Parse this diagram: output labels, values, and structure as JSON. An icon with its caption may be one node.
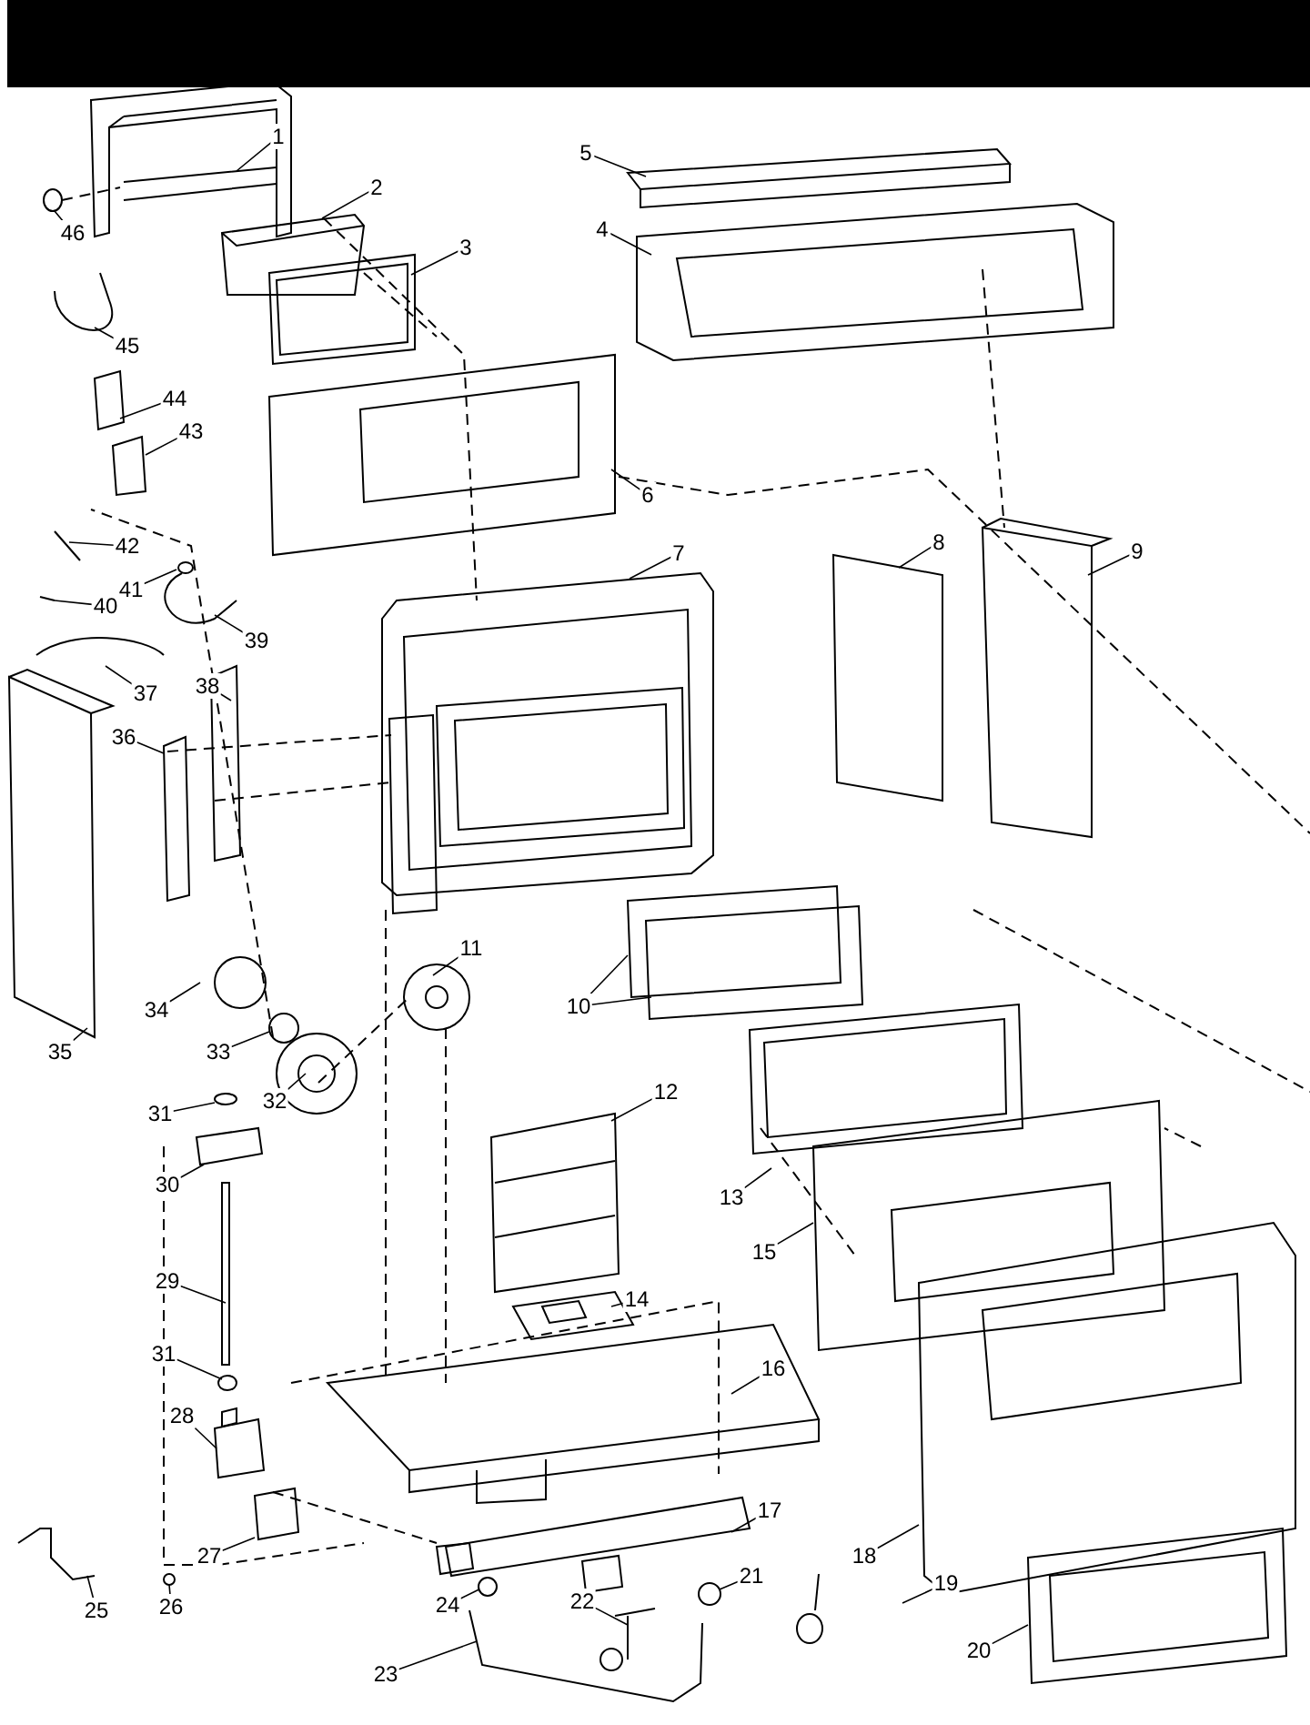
{
  "diagram": {
    "nodes": [
      {
        "text": [
          "1"
        ]
      },
      {
        "text": [
          "2"
        ]
      },
      {
        "text": [
          "3"
        ]
      },
      {
        "text": [
          "4"
        ]
      },
      {
        "text": [
          "5"
        ]
      },
      {
        "text": [
          "6"
        ]
      },
      {
        "text": [
          "7"
        ]
      },
      {
        "text": [
          "8"
        ]
      },
      {
        "text": [
          "9"
        ]
      },
      {
        "text": [
          "10"
        ]
      },
      {
        "text": [
          "11"
        ]
      },
      {
        "text": [
          "12"
        ]
      },
      {
        "text": [
          "13"
        ]
      },
      {
        "text": [
          "14"
        ]
      },
      {
        "text": [
          "15"
        ]
      },
      {
        "text": [
          "16"
        ]
      },
      {
        "text": [
          "17"
        ]
      },
      {
        "text": [
          "18"
        ]
      },
      {
        "text": [
          "19"
        ]
      },
      {
        "text": [
          "20"
        ]
      },
      {
        "text": [
          "21"
        ]
      },
      {
        "text": [
          "22"
        ]
      },
      {
        "text": [
          "23"
        ]
      },
      {
        "text": [
          "24"
        ]
      },
      {
        "text": [
          "25"
        ]
      },
      {
        "text": [
          "26"
        ]
      },
      {
        "text": [
          "27"
        ]
      },
      {
        "text": [
          "28"
        ]
      },
      {
        "text": [
          "29"
        ]
      },
      {
        "text": [
          "30"
        ]
      },
      {
        "text": [
          "31"
        ]
      },
      {
        "text": [
          "31"
        ]
      },
      {
        "text": [
          "32"
        ]
      },
      {
        "text": [
          "33"
        ]
      },
      {
        "text": [
          "34"
        ]
      },
      {
        "text": [
          "35"
        ]
      },
      {
        "text": [
          "36"
        ]
      },
      {
        "text": [
          "37"
        ]
      },
      {
        "text": [
          "38"
        ]
      },
      {
        "text": [
          "39"
        ]
      },
      {
        "text": [
          "40"
        ]
      },
      {
        "text": [
          "41"
        ]
      },
      {
        "text": [
          "42"
        ]
      },
      {
        "text": [
          "43"
        ]
      },
      {
        "text": [
          "44"
        ]
      },
      {
        "text": [
          "45"
        ]
      },
      {
        "text": [
          "46"
        ]
      }
    ],
    "edges": [
      {
        "from": 0,
        "to": null,
        "arrow": "none"
      },
      {
        "from": 1,
        "to": null,
        "arrow": "none"
      },
      {
        "from": 2,
        "to": null,
        "arrow": "none"
      },
      {
        "from": 3,
        "to": null,
        "arrow": "none"
      },
      {
        "from": 4,
        "to": null,
        "arrow": "none"
      },
      {
        "from": 5,
        "to": null,
        "arrow": "none"
      },
      {
        "from": 6,
        "to": null,
        "arrow": "none"
      },
      {
        "from": 7,
        "to": null,
        "arrow": "none"
      },
      {
        "from": 8,
        "to": null,
        "arrow": "none"
      },
      {
        "from": 9,
        "to": null,
        "arrow": "none"
      },
      {
        "from": 9,
        "to": null,
        "arrow": "none"
      },
      {
        "from": 10,
        "to": null,
        "arrow": "none"
      },
      {
        "from": 11,
        "to": null,
        "arrow": "none"
      },
      {
        "from": 12,
        "to": null,
        "arrow": "none"
      },
      {
        "from": 13,
        "to": null,
        "arrow": "none"
      },
      {
        "from": 14,
        "to": null,
        "arrow": "none"
      },
      {
        "from": 15,
        "to": null,
        "arrow": "none"
      },
      {
        "from": 16,
        "to": null,
        "arrow": "none"
      },
      {
        "from": 17,
        "to": null,
        "arrow": "none"
      },
      {
        "from": 18,
        "to": null,
        "arrow": "none"
      },
      {
        "from": 19,
        "to": null,
        "arrow": "none"
      },
      {
        "from": 20,
        "to": null,
        "arrow": "none"
      },
      {
        "from": 21,
        "to": null,
        "arrow": "none"
      },
      {
        "from": 22,
        "to": null,
        "arrow": "none"
      },
      {
        "from": 23,
        "to": null,
        "arrow": "none"
      },
      {
        "from": 24,
        "to": null,
        "arrow": "none"
      },
      {
        "from": 25,
        "to": null,
        "arrow": "none"
      },
      {
        "from": 26,
        "to": null,
        "arrow": "none"
      },
      {
        "from": 27,
        "to": null,
        "arrow": "none"
      },
      {
        "from": 28,
        "to": null,
        "arrow": "none"
      },
      {
        "from": 29,
        "to": null,
        "arrow": "none"
      },
      {
        "from": 30,
        "to": null,
        "arrow": "none"
      },
      {
        "from": 31,
        "to": null,
        "arrow": "none"
      },
      {
        "from": 32,
        "to": null,
        "arrow": "none"
      },
      {
        "from": 33,
        "to": null,
        "arrow": "none"
      },
      {
        "from": 34,
        "to": null,
        "arrow": "none"
      },
      {
        "from": 35,
        "to": null,
        "arrow": "none"
      },
      {
        "from": 36,
        "to": null,
        "arrow": "none"
      },
      {
        "from": 37,
        "to": null,
        "arrow": "none"
      },
      {
        "from": 38,
        "to": null,
        "arrow": "none"
      },
      {
        "from": 39,
        "to": null,
        "arrow": "none"
      },
      {
        "from": 40,
        "to": null,
        "arrow": "none"
      },
      {
        "from": 41,
        "to": null,
        "arrow": "none"
      },
      {
        "from": 42,
        "to": null,
        "arrow": "none"
      },
      {
        "from": 43,
        "to": null,
        "arrow": "none"
      },
      {
        "from": 44,
        "to": null,
        "arrow": "none"
      },
      {
        "from": 45,
        "to": null,
        "arrow": "none"
      },
      {
        "from": 46,
        "to": null,
        "arrow": "none"
      }
    ]
  }
}
